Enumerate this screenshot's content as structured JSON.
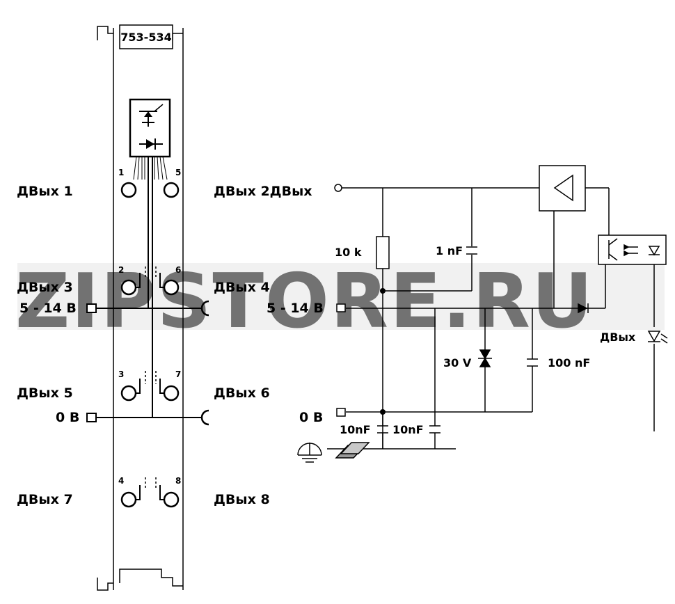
{
  "module": {
    "part_number": "753-534"
  },
  "watermark": {
    "text": "ZIPSTORE.RU"
  },
  "terminals": {
    "t1": "1",
    "t2": "2",
    "t3": "3",
    "t4": "4",
    "t5": "5",
    "t6": "6",
    "t7": "7",
    "t8": "8"
  },
  "left_labels": {
    "out1": "ДВых 1",
    "out3": "ДВых 3",
    "supply": "5 - 14 В",
    "out5": "ДВых 5",
    "ground": "0 В",
    "out7": "ДВых 7"
  },
  "mid_labels": {
    "out2": "ДВых 2ДВых",
    "out4": "ДВых 4",
    "supply": "5 - 14 В",
    "out6": "ДВых 6",
    "ground": "0 В",
    "out8": "ДВых 8"
  },
  "components": {
    "resistor": "10 k",
    "cap_1nf": "1 nF",
    "zener": "30 V",
    "cap_100nf": "100 nF",
    "cap_10nf_a": "10nF",
    "cap_10nf_b": "10nF",
    "led_label": "ДВых"
  },
  "colors": {
    "line": "#000000",
    "watermark_fill": "#e8823a",
    "watermark_fill_light": "#c9c9c9"
  }
}
